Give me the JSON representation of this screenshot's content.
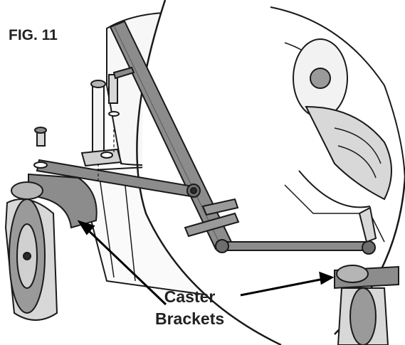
{
  "figure": {
    "title": "FIG. 11",
    "callout": {
      "line1": "Caster",
      "line2": "Brackets"
    }
  },
  "colors": {
    "stroke": "#1a1a1a",
    "part_fill": "#8c8c8c",
    "part_fill_light": "#b5b5b5",
    "panel_fill": "#f3f3f3",
    "background": "#ffffff",
    "text": "#222222"
  }
}
